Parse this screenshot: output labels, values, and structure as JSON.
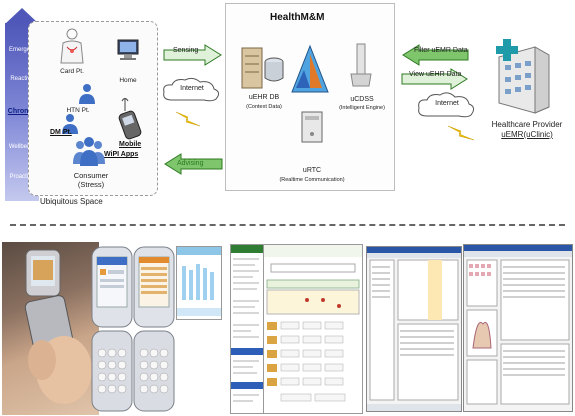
{
  "diagram": {
    "title": "HealthM&M",
    "stages": [
      "Emergent",
      "Reactive",
      "Chronic",
      "Wellbeing",
      "Proactive"
    ],
    "left": {
      "card": "Card Pt.",
      "home": "Home",
      "htn": "HTN Pt.",
      "dm": "DM Pt.",
      "mobile_line1": "Mobile",
      "mobile_line2": "WiPI Apps",
      "consumer_line1": "Consumer",
      "consumer_line2": "(Stress)",
      "space": "Ubiquitous Space"
    },
    "links": {
      "sensing": "Sensing",
      "advising": "Advising",
      "internet_left": "Internet",
      "internet_right": "Internet",
      "filter": "Filter uEMR Data",
      "view": "View uEHR Data"
    },
    "center": {
      "uehr": "uEHR DB",
      "uehr_sub": "(Context Data)",
      "ucdss": "uCDSS",
      "ucdss_sub": "(Intelligent Engine)",
      "urtc": "uRTC",
      "urtc_sub": "(Realtime Communication)"
    },
    "right": {
      "provider": "Healthcare Provider",
      "uemr": "uEMR(uClinic)"
    }
  },
  "colors": {
    "stage_arrow": "#4f57b9",
    "arrow_green": "#7ec56b",
    "arrow_stroke": "#2c7a22",
    "bolt": "#f2c400",
    "person": "#3f6fc4"
  },
  "icons": [
    "person-icon",
    "computer-icon",
    "phone-icon",
    "server-icon",
    "cloud-icon",
    "lightning-icon",
    "hospital-icon",
    "engine-icon",
    "database-icon"
  ]
}
